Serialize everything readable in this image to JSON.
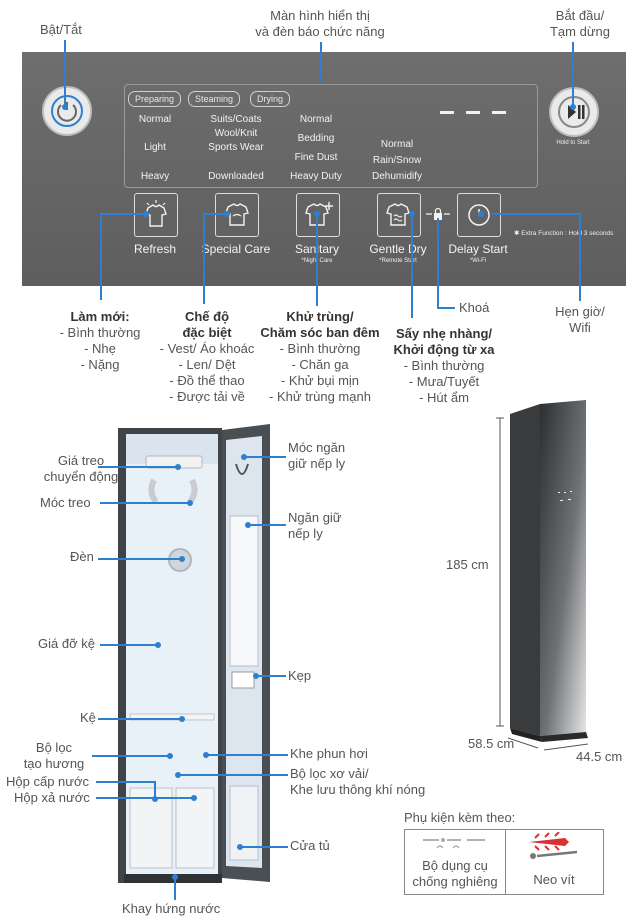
{
  "panel_callouts": {
    "power": "Bật/Tắt",
    "display_l1": "Màn hình hiển thị",
    "display_l2": "và đèn báo chức năng",
    "start_l1": "Bắt đầu/",
    "start_l2": "Tạm dừng"
  },
  "panel": {
    "stages": [
      "Preparing",
      "Steaming",
      "Drying"
    ],
    "col1": [
      "Normal",
      "Light",
      "Heavy"
    ],
    "col2": [
      "Suits/Coats",
      "Wool/Knit",
      "Sports Wear",
      "Downloaded"
    ],
    "col3": [
      "Normal",
      "Bedding",
      "Fine Dust",
      "Heavy Duty"
    ],
    "col4": [
      "Normal",
      "Rain/Snow",
      "Dehumidify"
    ],
    "hold_to_start": "Hold to Start",
    "extra_function": "✱ Extra Function : Hold 3 seconds",
    "buttons": [
      {
        "label": "Refresh",
        "sub": ""
      },
      {
        "label": "Special Care",
        "sub": ""
      },
      {
        "label": "Sanitary",
        "sub": "*Night Care"
      },
      {
        "label": "Gentle Dry",
        "sub": "*Remote Start"
      },
      {
        "label": "Delay Start",
        "sub": "*Wi-Fi"
      }
    ]
  },
  "functions": {
    "refresh": {
      "title": "Làm mới:",
      "items": [
        "- Bình thường",
        "- Nhẹ",
        "- Nặng"
      ]
    },
    "special": {
      "title_l1": "Chế độ",
      "title_l2": "đặc biệt",
      "items": [
        "- Vest/ Áo khoác",
        "- Len/ Dệt",
        "- Đồ thể thao",
        "- Được tải về"
      ]
    },
    "sanitary": {
      "title_l1": "Khử trùng/",
      "title_l2": "Chăm sóc ban đêm",
      "items": [
        "- Bình thường",
        "- Chăn ga",
        "- Khử bụi mịn",
        "- Khử trùng mạnh"
      ]
    },
    "gentle": {
      "title_l1": "Sấy nhẹ nhàng/",
      "title_l2": "Khởi động từ xa",
      "items": [
        "- Bình thường",
        "- Mưa/Tuyết",
        "- Hút ẩm"
      ]
    },
    "lock": "Khoá",
    "delay_l1": "Hẹn giờ/",
    "delay_l2": "Wifi"
  },
  "parts": {
    "hanger_l1": "Giá treo",
    "hanger_l2": "chuyển động",
    "hook": "Móc treo",
    "lamp": "Đèn",
    "shelf_holder": "Giá đỡ kệ",
    "shelf": "Kệ",
    "aroma_l1": "Bộ lọc",
    "aroma_l2": "tạo hương",
    "water_supply": "Hộp cấp nước",
    "water_drain": "Hộp xả nước",
    "drip_tray": "Khay hứng nước",
    "crease_hook_l1": "Móc ngăn",
    "crease_hook_l2": "giữ nếp ly",
    "crease_pocket_l1": "Ngăn giữ",
    "crease_pocket_l2": "nếp ly",
    "clip": "Kẹp",
    "steam_nozzle": "Khe phun hơi",
    "lint_l1": "Bộ lọc xơ vải/",
    "lint_l2": "Khe lưu thông khí nóng",
    "door": "Cửa tủ"
  },
  "dimensions": {
    "height": "185 cm",
    "depth": "58.5 cm",
    "width": "44.5 cm"
  },
  "accessories": {
    "title": "Phụ kiện kèm theo:",
    "item1_l1": "Bộ dụng cụ",
    "item1_l2": "chống nghiêng",
    "item2": "Neo vít"
  },
  "colors": {
    "callout_line": "#2f7fd0",
    "panel": "#666666",
    "anchor": "#d93030"
  }
}
